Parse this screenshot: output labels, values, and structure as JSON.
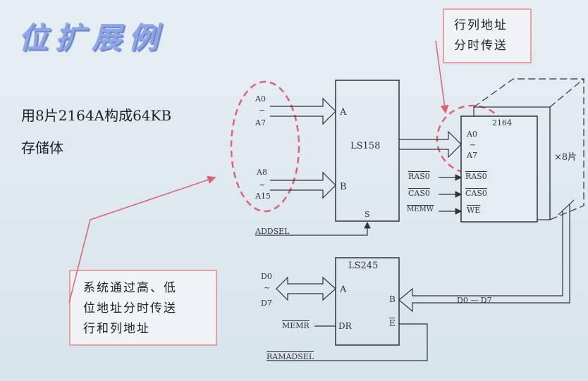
{
  "title": "位扩展例",
  "intro": {
    "line1": "用8片2164A构成64KB",
    "line2": "存储体"
  },
  "callout_top": {
    "line1": "行列地址",
    "line2": "分时传送"
  },
  "callout_bottom": {
    "line1": "系统通过高、低",
    "line2": "位地址分时传送",
    "line3": "行和列地址"
  },
  "labels": {
    "a0_left": "A0",
    "tilde": "~",
    "a7_left": "A7",
    "a8": "A8",
    "a15": "A15",
    "port_a": "A",
    "port_b": "B",
    "port_s": "S",
    "ls158": "LS158",
    "addsel": "ADDSEL",
    "chip": "2164",
    "a0_chip": "A0",
    "a7_chip": "A7",
    "ras_in": "RAS0",
    "cas_in": "CAS0",
    "memw_in": "MEMW",
    "ras_pin": "RAS0",
    "cas_pin": "CAS0",
    "we_pin": "WE",
    "times8": "×8片",
    "ls245": "LS245",
    "d0": "D0",
    "d7": "D7",
    "port_a2": "A",
    "port_b2": "B",
    "dr": "DR",
    "e": "E",
    "memr": "MEMR",
    "d0_d7": "D0 — D7",
    "ramadsel": "RAMADSEL"
  },
  "colors": {
    "title": "#8fa6e6",
    "dashed_ellipse": "#e0607a",
    "callout_border": "#e8a2a2",
    "line": "#333333"
  }
}
